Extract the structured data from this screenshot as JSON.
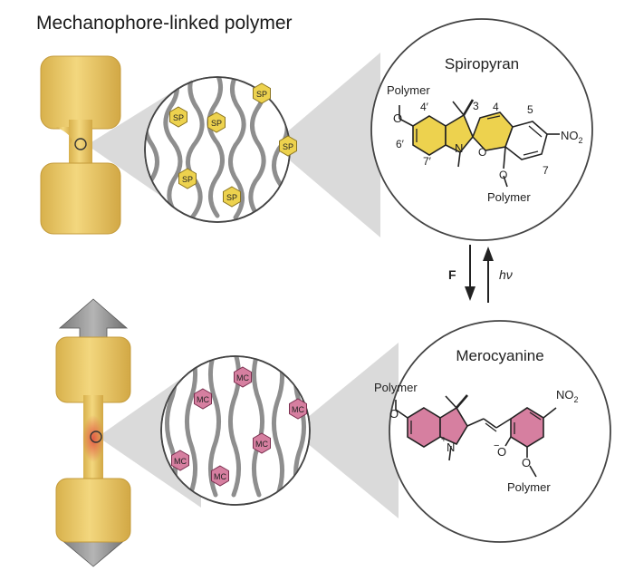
{
  "title": "Mechanophore-linked polymer",
  "top": {
    "heading": "Spiropyran",
    "unit_label": "SP",
    "polymer_top": "Polymer",
    "polymer_bottom": "Polymer",
    "positions": [
      "4′",
      "3",
      "4",
      "5",
      "6′",
      "7′",
      "7"
    ],
    "atom_N": "N",
    "atom_O_ring": "O",
    "atom_O_top": "O",
    "atom_O_bottom": "O",
    "no2_group": "NO",
    "no2_sub": "2"
  },
  "arrows": {
    "forward": "F",
    "reverse": "hν"
  },
  "bottom": {
    "heading": "Merocyanine",
    "unit_label": "MC",
    "polymer_left": "Polymer",
    "polymer_bottom": "Polymer",
    "atom_N": "N",
    "n_charge": "+",
    "atom_O_minus": "O",
    "o_charge": "−",
    "atom_O_left": "O",
    "atom_O_bottom": "O",
    "no2_group": "NO",
    "no2_sub": "2"
  },
  "colors": {
    "specimen": "#E9C764",
    "specimen_edge": "#C9A23E",
    "spiropyran_ring": "#EDD24E",
    "merocyanine_ring": "#D67FA0",
    "chain": "#8E8E8E",
    "stress_red": "#E0453A",
    "zoom_cone": "#CFCFCF"
  }
}
